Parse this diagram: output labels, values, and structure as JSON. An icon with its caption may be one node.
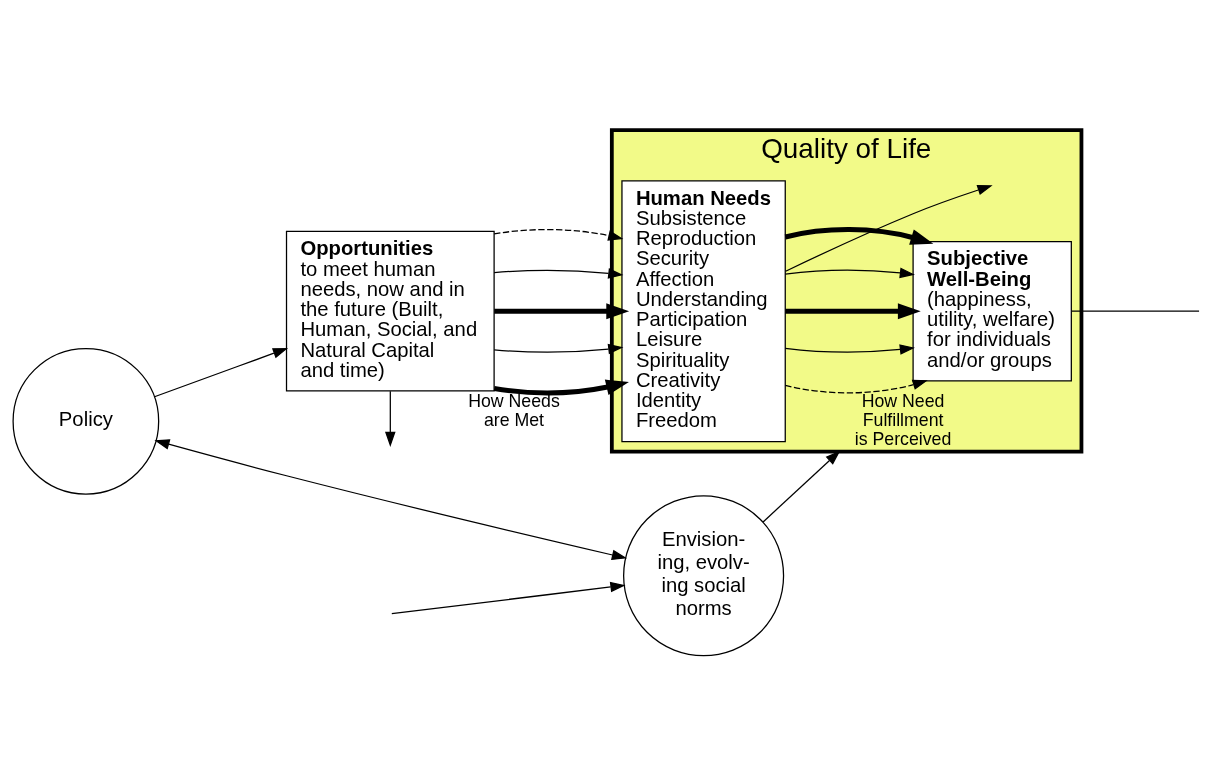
{
  "diagram": {
    "nodes": [
      {
        "text": [
          "Quality of Life"
        ]
      },
      {
        "text": [
          "Opportunities",
          "to meet human needs, now and in the future (Built, Human, Social, and Natural Capital and time)"
        ]
      },
      {
        "text": [
          "Human Needs",
          "Subsistence",
          "Reproduction",
          "Security",
          "Affection",
          "Understanding",
          "Participation",
          "Leisure",
          "Spirituality",
          "Creativity",
          "Identity",
          "Freedom"
        ],
        "in": 0
      },
      {
        "text": [
          "Subjective Well-Being",
          "(happiness, utility, welfare) for individuals and/or groups"
        ],
        "in": 0
      },
      {
        "text": [
          "Policy"
        ]
      },
      {
        "text": [
          "Envision- ing, evolv- ing social norms"
        ]
      }
    ],
    "edges": [
      {
        "from": 1,
        "to": 2,
        "arrow": "to",
        "style": "thick",
        "label": "How Needs are Met"
      },
      {
        "from": 1,
        "to": 2,
        "arrow": "to"
      },
      {
        "from": 1,
        "to": null,
        "arrow": "to"
      },
      {
        "from": 1,
        "to": 2,
        "arrow": "to",
        "style": "thick"
      },
      {
        "from": 1,
        "to": 2,
        "arrow": "to"
      },
      {
        "from": 1,
        "to": 2,
        "arrow": "to",
        "style": "dashed"
      },
      {
        "from": 2,
        "to": 3,
        "arrow": "to",
        "style": "dashed",
        "label": "How Need Fulfillment is Perceived"
      },
      {
        "from": 2,
        "to": null,
        "arrow": "to"
      },
      {
        "from": 2,
        "to": 3,
        "arrow": "to"
      },
      {
        "from": 2,
        "to": 3,
        "arrow": "to",
        "style": "thick"
      },
      {
        "from": 2,
        "to": 3,
        "arrow": "to"
      },
      {
        "from": 2,
        "to": 3,
        "arrow": "to",
        "style": "thick"
      },
      {
        "from": 5,
        "to": 0,
        "arrow": "to"
      },
      {
        "from": 4,
        "to": 1,
        "arrow": "to"
      },
      {
        "from": 4,
        "to": 5,
        "arrow": "both"
      },
      {
        "from": 3,
        "to": null,
        "arrow": "none"
      },
      {
        "from": null,
        "to": 5,
        "arrow": "to"
      }
    ]
  }
}
